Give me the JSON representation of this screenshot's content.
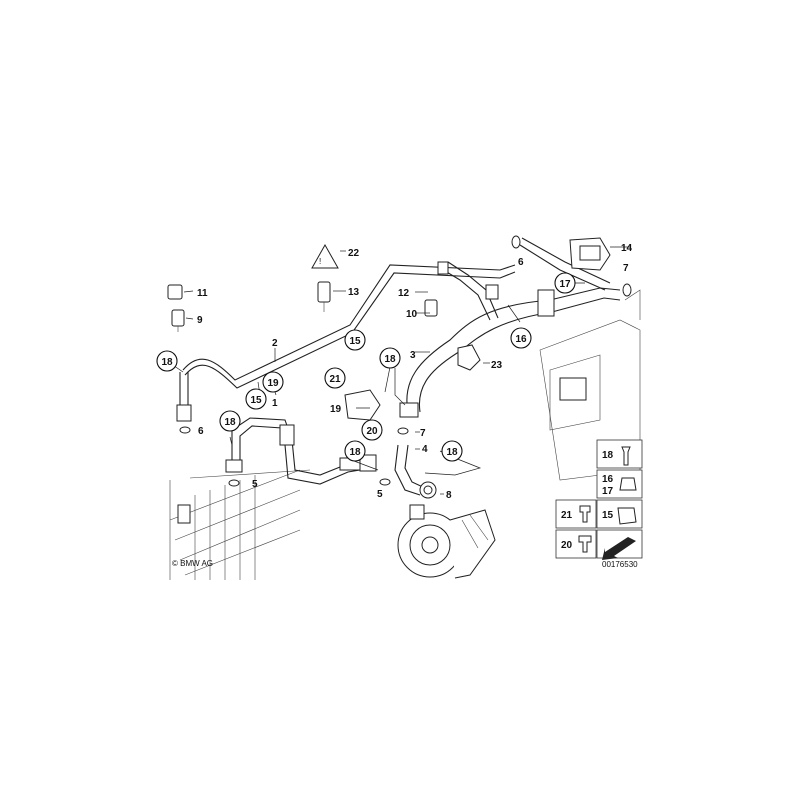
{
  "copyright": "© BMW AG",
  "diagram_id": "00176530",
  "callouts": {
    "c1": "1",
    "c2": "2",
    "c3": "3",
    "c4": "4",
    "c5a": "5",
    "c5b": "5",
    "c6a": "6",
    "c6b": "6",
    "c7a": "7",
    "c7b": "7",
    "c8": "8",
    "c9": "9",
    "c10": "10",
    "c11": "11",
    "c12": "12",
    "c13": "13",
    "c14": "14",
    "c15a": "15",
    "c15b": "15",
    "c16": "16",
    "c17": "17",
    "c18a": "18",
    "c18b": "18",
    "c18c": "18",
    "c18d": "18",
    "c18e": "18",
    "c19a": "19",
    "c19b": "19",
    "c20": "20",
    "c21": "21",
    "c22": "22",
    "c23": "23"
  },
  "legend": {
    "l18": "18",
    "l16": "16",
    "l17": "17",
    "l15": "15",
    "l21": "21",
    "l20": "20"
  }
}
